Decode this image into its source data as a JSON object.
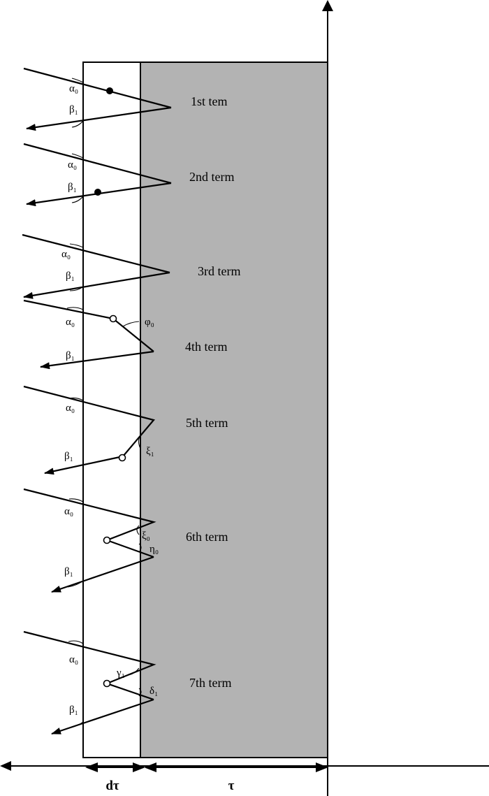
{
  "terms": [
    {
      "label": "1st tem",
      "alpha": "α₀",
      "beta": "β₁"
    },
    {
      "label": "2nd term",
      "alpha": "α₀",
      "beta": "β₁"
    },
    {
      "label": "3rd term",
      "alpha": "α₀",
      "beta": "β₁"
    },
    {
      "label": "4th  term",
      "alpha": "α₀",
      "beta": "β₁",
      "phi": "φ₀"
    },
    {
      "label": "5th term",
      "alpha": "α₀",
      "beta": "β₁",
      "xi": "ξ₁"
    },
    {
      "label": "6th  term",
      "alpha": "α₀",
      "beta": "β₁",
      "xi": "ξ₀",
      "eta": "η₀"
    },
    {
      "label": "7th term",
      "alpha": "α₀",
      "beta": "β₁",
      "gamma": "γ₁",
      "delta": "δ₁"
    }
  ],
  "axes": {
    "thin_layer": "dτ",
    "thick_layer": "τ"
  },
  "colors": {
    "medium": "#b3b3b3",
    "line": "#000000",
    "background": "#ffffff"
  }
}
